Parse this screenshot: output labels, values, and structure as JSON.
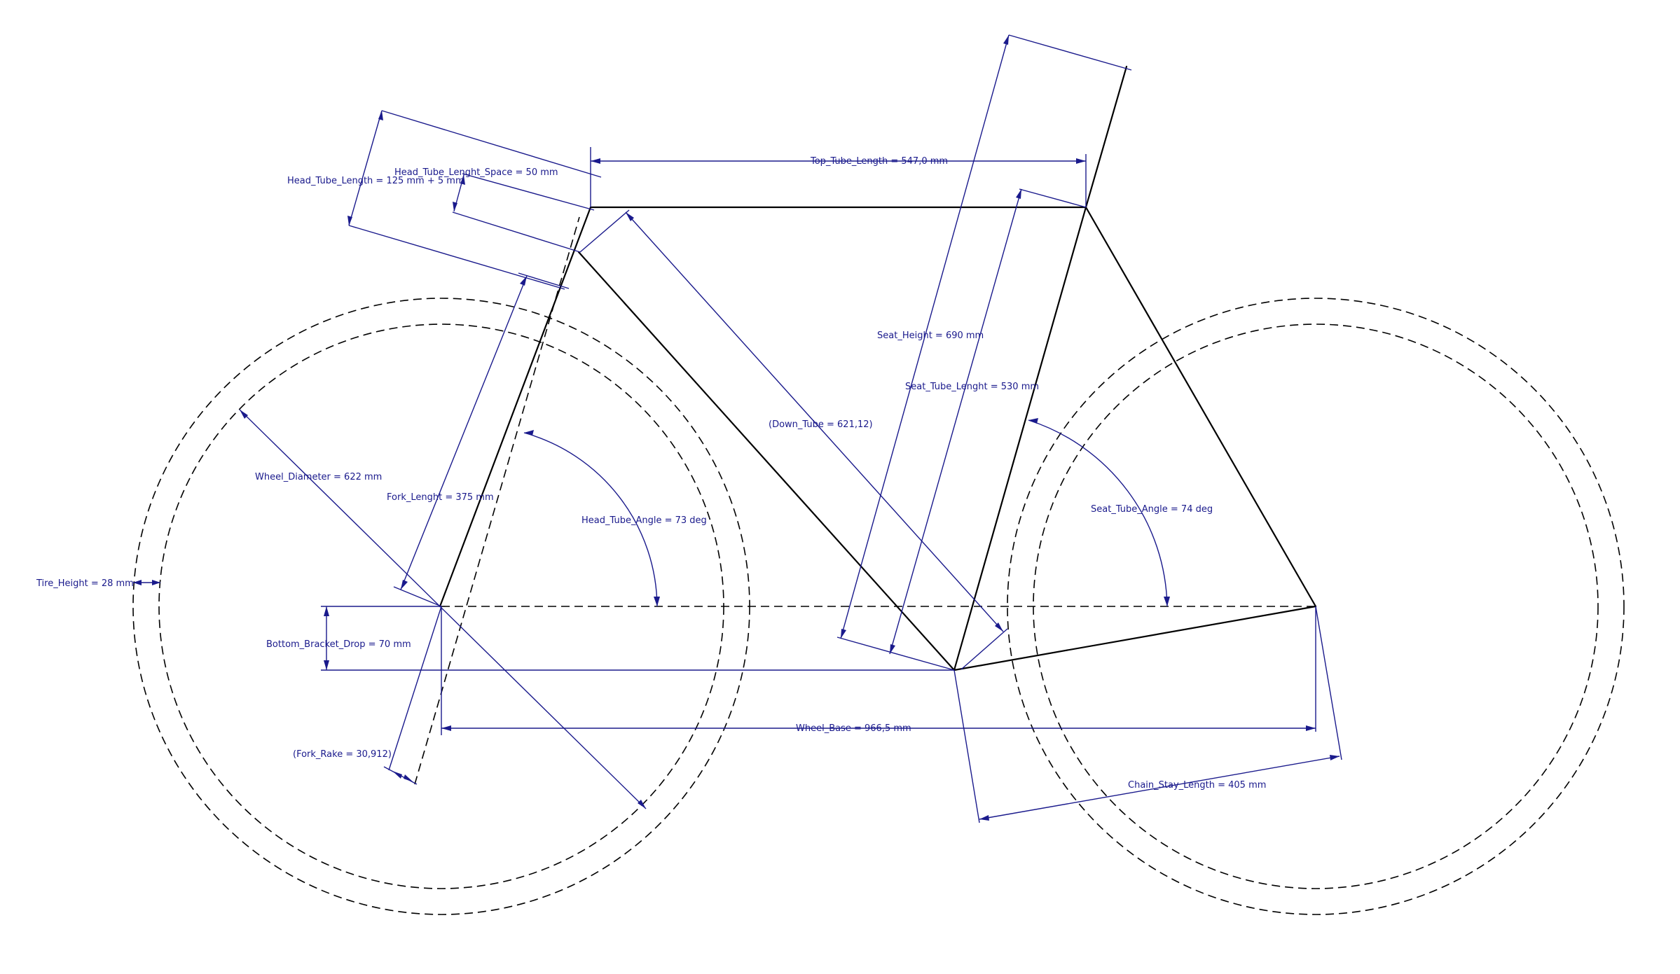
{
  "colors": {
    "frame": "#000000",
    "dimension": "#1a1a8c",
    "background": "#ffffff"
  },
  "labels": {
    "top_tube": "Top_Tube_Length = 547,0 mm",
    "head_tube_space": "Head_Tube_Lenght_Space = 50 mm",
    "head_tube_length": "Head_Tube_Length = 125 mm + 5 mm",
    "seat_height": "Seat_Height = 690 mm",
    "seat_tube_length": "Seat_Tube_Lenght = 530 mm",
    "down_tube": "(Down_Tube = 621,12)",
    "wheel_diameter": "Wheel_Diameter = 622 mm",
    "fork_length": "Fork_Lenght = 375 mm",
    "head_tube_angle": "Head_Tube_Angle = 73 deg",
    "seat_tube_angle": "Seat_Tube_Angle = 74 deg",
    "tire_height": "Tire_Height = 28 mm",
    "bottom_bracket_drop": "Bottom_Bracket_Drop = 70 mm",
    "wheel_base": "Wheel_Base = 966,5 mm",
    "fork_rake": "(Fork_Rake = 30,912)",
    "chain_stay": "Chain_Stay_Length = 405 mm"
  }
}
